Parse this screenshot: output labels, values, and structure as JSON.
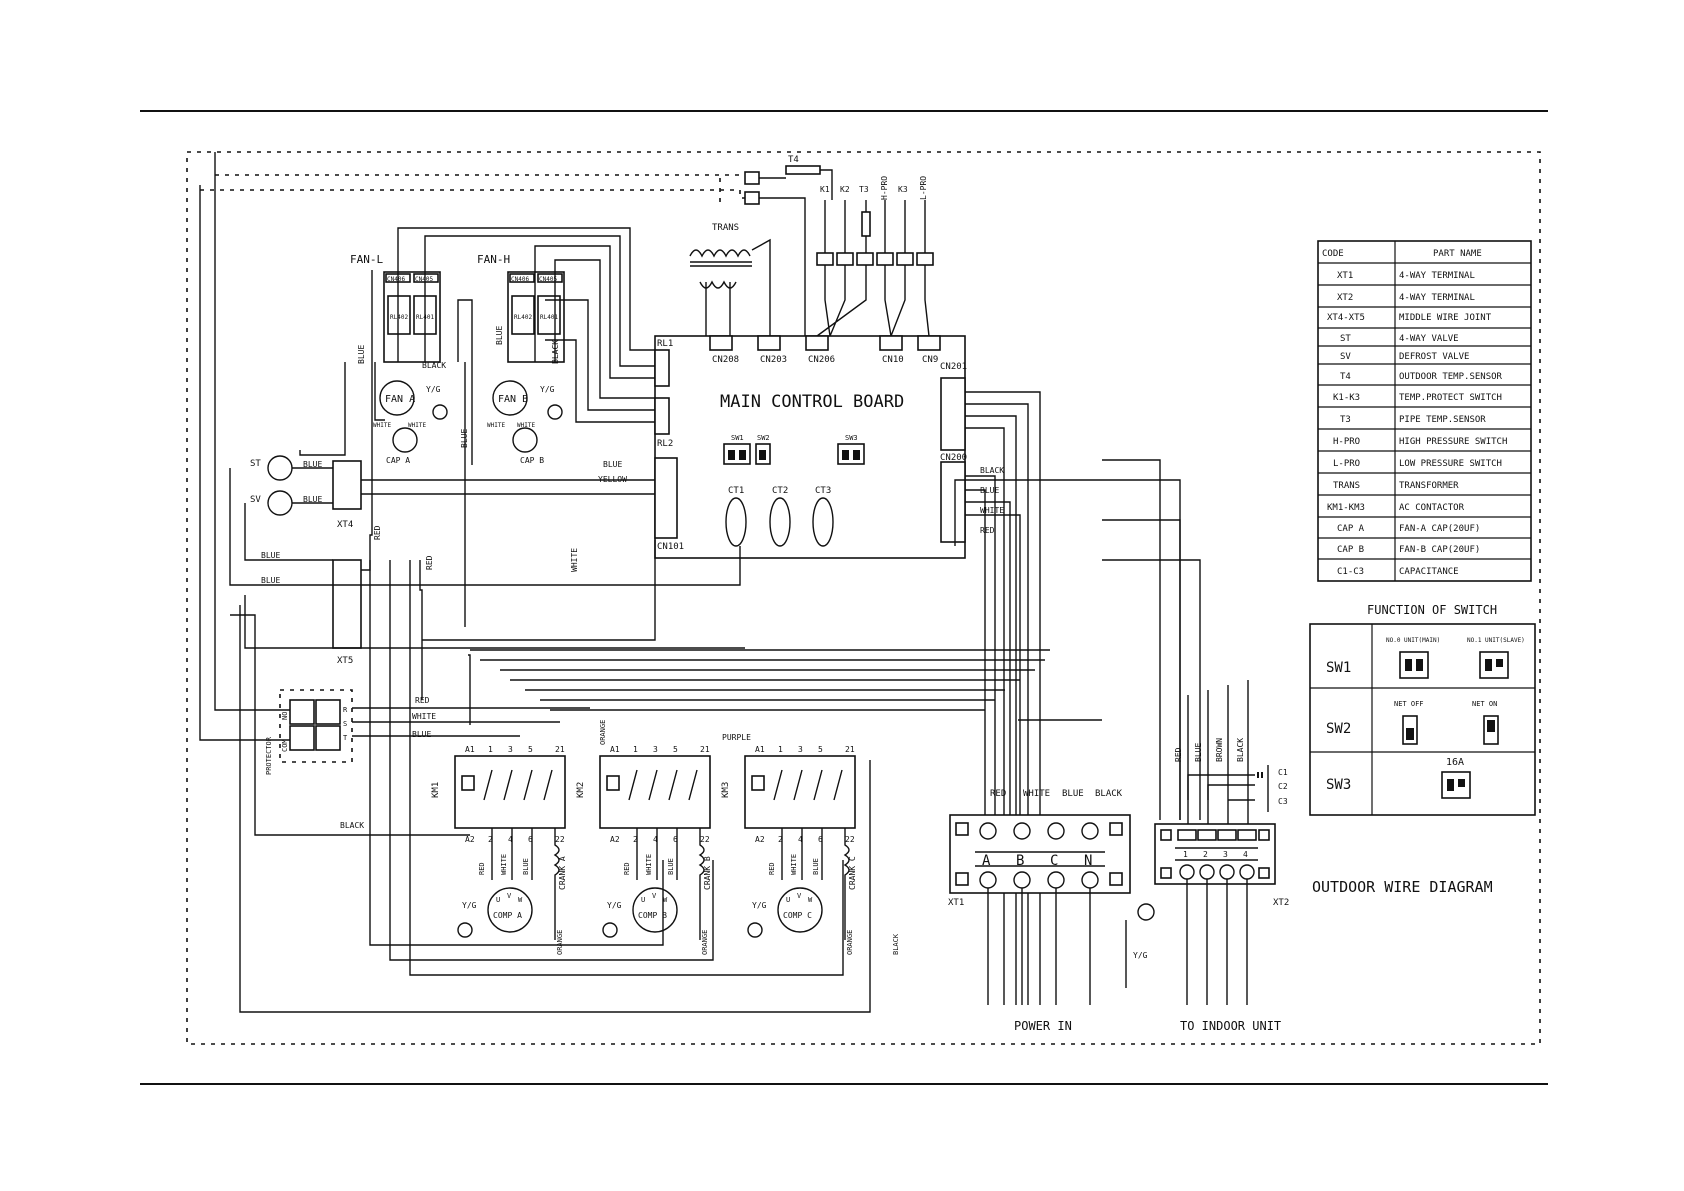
{
  "title": "OUTDOOR WIRE DIAGRAM",
  "board": {
    "name": "MAIN CONTROL BOARD",
    "relays": [
      "RL1",
      "RL2"
    ],
    "ports": [
      "CN208",
      "CN203",
      "CN206",
      "CN10",
      "CN9",
      "CN201",
      "CN200",
      "CN101"
    ],
    "switches": [
      "SW1",
      "SW2",
      "SW3"
    ],
    "cts": [
      "CT1",
      "CT2",
      "CT3"
    ]
  },
  "sensors": [
    "T4",
    "K1",
    "K2",
    "T3",
    "H-PRO",
    "K3",
    "L-PRO"
  ],
  "trans_label": "TRANS",
  "fans": [
    {
      "group": "FAN-L",
      "motor": "FAN A",
      "cap": "CAP A",
      "cn": [
        "CN406",
        "CN405"
      ],
      "rl": [
        "RL402",
        "RL401"
      ]
    },
    {
      "group": "FAN-H",
      "motor": "FAN B",
      "cap": "CAP B",
      "cn": [
        "CN406",
        "CN405"
      ],
      "rl": [
        "RL402",
        "RL401"
      ]
    }
  ],
  "valves": [
    "ST",
    "SV"
  ],
  "terminals": {
    "xt4": "XT4",
    "xt5": "XT5",
    "xt1": "XT1",
    "xt2": "XT2"
  },
  "xt1_letters": [
    "A",
    "B",
    "C",
    "N"
  ],
  "xt2_numbers": [
    "1",
    "2",
    "3",
    "4"
  ],
  "caps_c": [
    "C1",
    "C2",
    "C3"
  ],
  "contactors": [
    {
      "name": "KM1",
      "comp": "COMP A",
      "crank": "CRANK A"
    },
    {
      "name": "KM2",
      "comp": "COMP B",
      "crank": "CRANK B"
    },
    {
      "name": "KM3",
      "comp": "COMP C",
      "crank": "CRANK C"
    }
  ],
  "protector": {
    "label": "PROTECTOR",
    "terms": [
      "NO",
      "COM",
      "R",
      "S",
      "T"
    ]
  },
  "wire_labels": {
    "blue": "BLUE",
    "black": "BLACK",
    "white": "WHITE",
    "red": "RED",
    "yellow": "YELLOW",
    "yg": "Y/G",
    "orange": "ORANGE",
    "purple": "PURPLE",
    "brown": "BROWN",
    "km_top": [
      "A1",
      "1",
      "3",
      "5",
      "21"
    ],
    "km_bottom": [
      "A2",
      "2",
      "4",
      "6",
      "22"
    ],
    "uvw": [
      "U",
      "V",
      "W"
    ]
  },
  "power_in": "POWER IN",
  "to_indoor": "TO INDOOR UNIT",
  "parts": {
    "header": [
      "CODE",
      "PART NAME"
    ],
    "rows": [
      [
        "XT1",
        "4-WAY TERMINAL"
      ],
      [
        "XT2",
        "4-WAY TERMINAL"
      ],
      [
        "XT4-XT5",
        "MIDDLE WIRE JOINT"
      ],
      [
        "ST",
        "4-WAY VALVE"
      ],
      [
        "SV",
        "DEFROST VALVE"
      ],
      [
        "T4",
        "OUTDOOR TEMP.SENSOR"
      ],
      [
        "K1-K3",
        "TEMP.PROTECT SWITCH"
      ],
      [
        "T3",
        "PIPE TEMP.SENSOR"
      ],
      [
        "H-PRO",
        "HIGH PRESSURE SWITCH"
      ],
      [
        "L-PRO",
        "LOW PRESSURE SWITCH"
      ],
      [
        "TRANS",
        "TRANSFORMER"
      ],
      [
        "KM1-KM3",
        "AC CONTACTOR"
      ],
      [
        "CAP A",
        "FAN-A CAP(20UF)"
      ],
      [
        "CAP B",
        "FAN-B CAP(20UF)"
      ],
      [
        "C1-C3",
        "CAPACITANCE"
      ]
    ]
  },
  "switch_fn": {
    "title": "FUNCTION OF SWITCH",
    "sw1": {
      "label": "SW1",
      "opt_a": "NO.0 UNIT(MAIN)",
      "opt_b": "NO.1 UNIT(SLAVE)"
    },
    "sw2": {
      "label": "SW2",
      "opt_a": "NET OFF",
      "opt_b": "NET ON"
    },
    "sw3": {
      "label": "SW3",
      "opt_a": "16A"
    }
  }
}
